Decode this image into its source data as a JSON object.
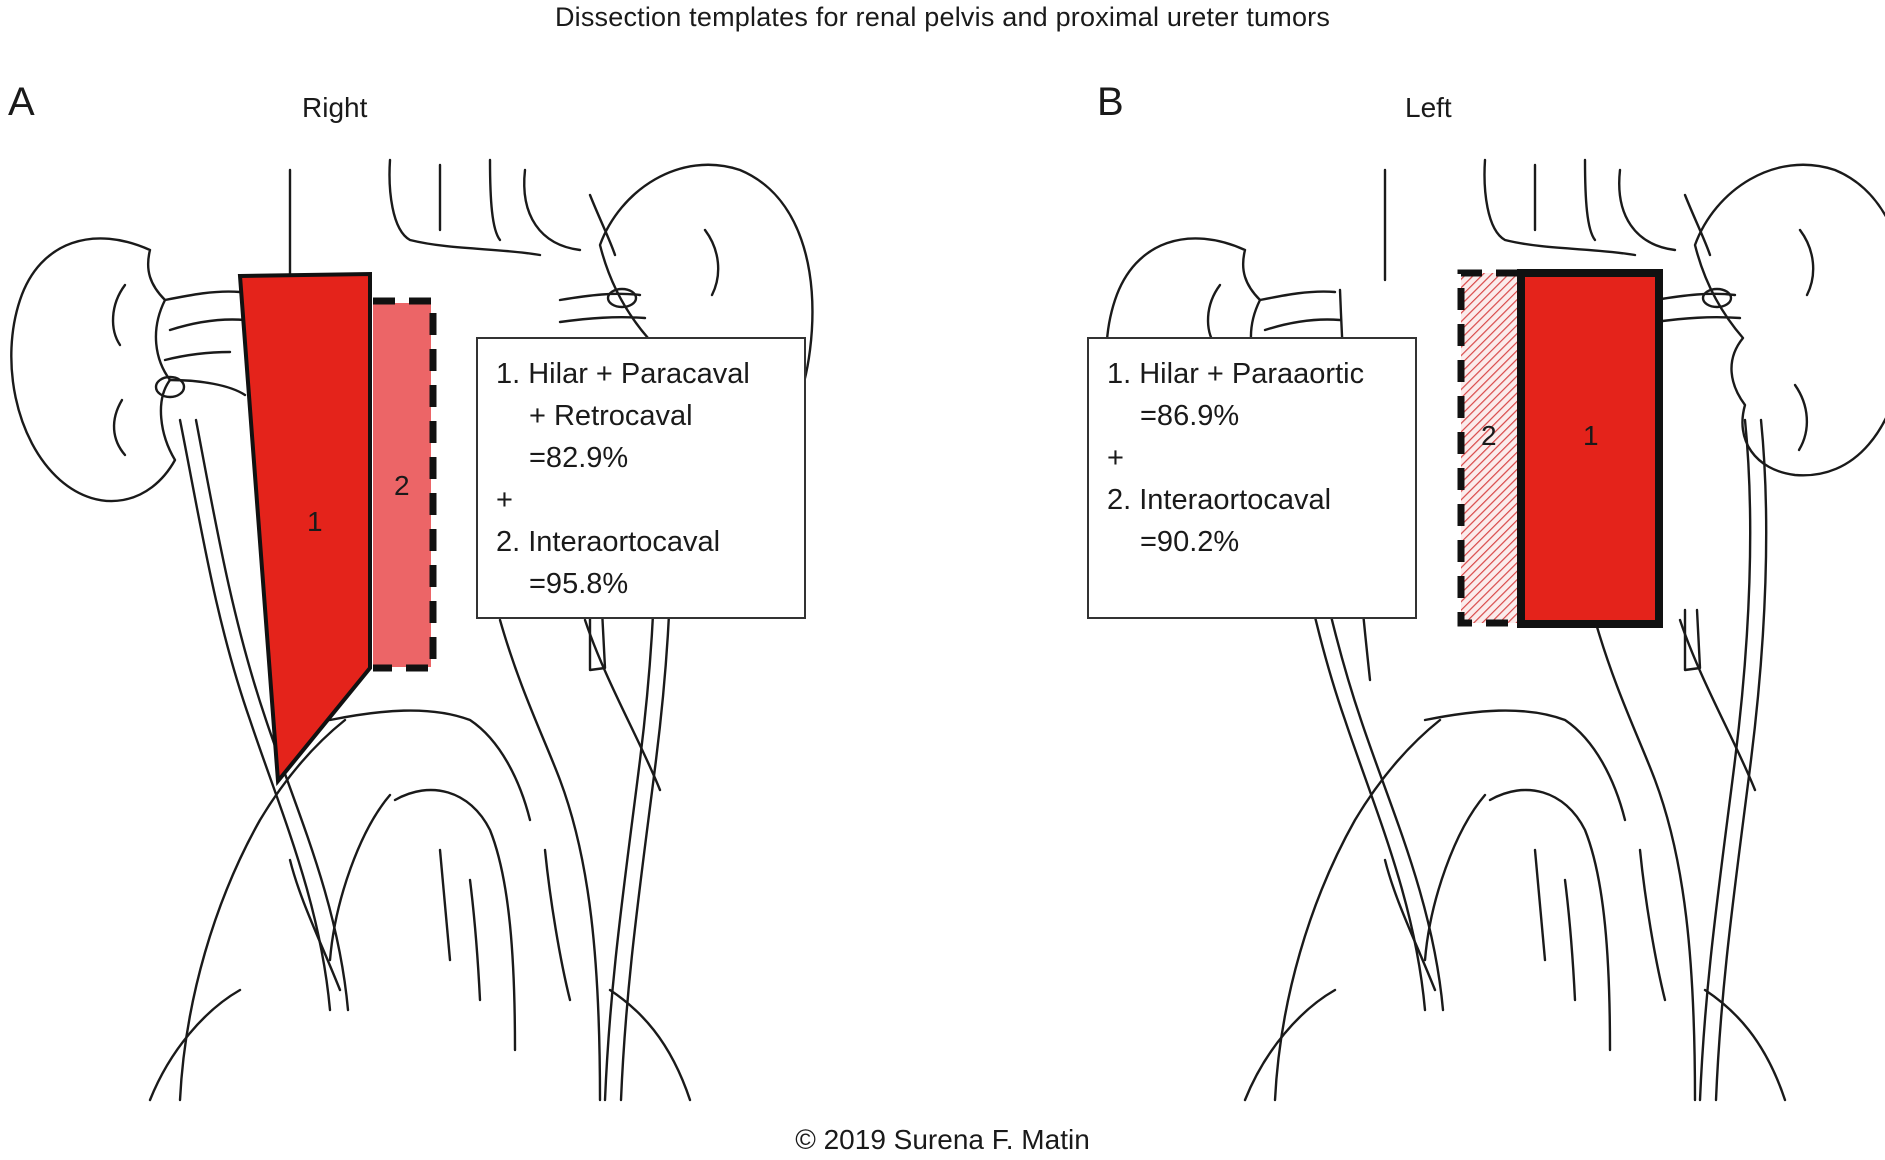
{
  "title": "Dissection templates for renal pelvis and proximal ureter tumors",
  "copyright": "© 2019 Surena F. Matin",
  "colors": {
    "zone1": "#e4231b",
    "zone2_right": "#ec6567",
    "zone2_left_hatch": "#d84848",
    "outline": "#111111"
  },
  "panel_a": {
    "letter": "A",
    "side": "Right",
    "zone1_label": "1",
    "zone2_label": "2",
    "box": {
      "line1": "1. Hilar + Paracaval",
      "line2": "+ Retrocaval",
      "line3": "=82.9%",
      "line4": "+",
      "line5": "2. Interaortocaval",
      "line6": "=95.8%"
    }
  },
  "panel_b": {
    "letter": "B",
    "side": "Left",
    "zone1_label": "1",
    "zone2_label": "2",
    "box": {
      "line1": "1. Hilar + Paraaortic",
      "line2": "=86.9%",
      "line3": "+",
      "line4": "2. Interaortocaval",
      "line5": "=90.2%"
    }
  }
}
